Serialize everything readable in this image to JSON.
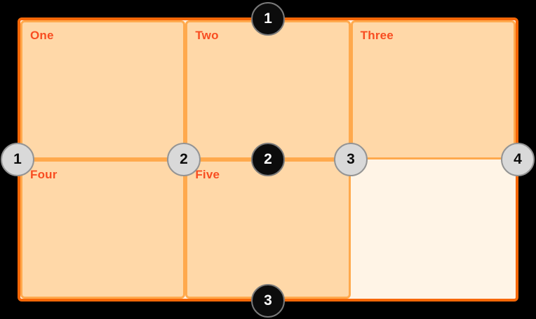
{
  "diagram": {
    "cells": [
      {
        "label": "One"
      },
      {
        "label": "Two"
      },
      {
        "label": "Three"
      },
      {
        "label": "Four"
      },
      {
        "label": "Five"
      }
    ],
    "row_line_badges": [
      {
        "number": "1"
      },
      {
        "number": "2"
      },
      {
        "number": "3"
      }
    ],
    "column_line_badges": [
      {
        "number": "1"
      },
      {
        "number": "2"
      },
      {
        "number": "3"
      },
      {
        "number": "4"
      }
    ],
    "colors": {
      "page_bg": "#000000",
      "container_border": "#f76707",
      "container_bg": "#fff4e6",
      "cell_border": "#ffa94d",
      "cell_bg": "#ffd8a8",
      "label_color": "#f84d21",
      "row_badge_bg": "#0c0c0c",
      "row_badge_ring": "#7a7a7a",
      "row_badge_text": "#ffffff",
      "col_badge_bg": "#d9d9d9",
      "col_badge_ring": "#949494",
      "col_badge_text": "#0c0c0c"
    }
  }
}
